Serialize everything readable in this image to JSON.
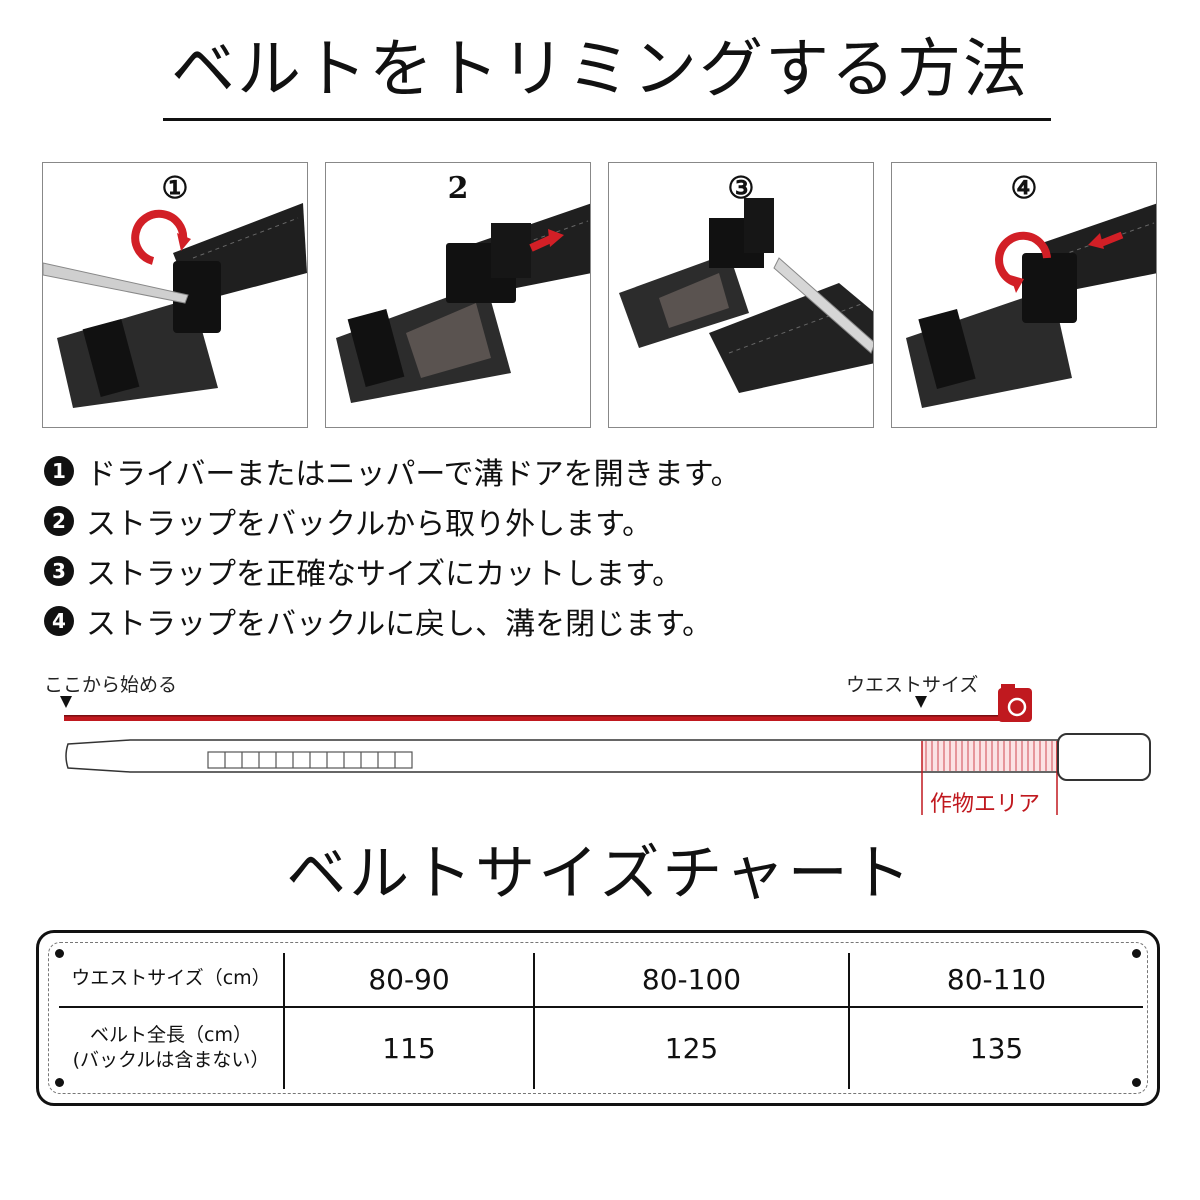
{
  "title": "ベルトをトリミングする方法",
  "steps": [
    {
      "number": "①"
    },
    {
      "number": "2"
    },
    {
      "number": "③"
    },
    {
      "number": "④"
    }
  ],
  "instructions": [
    {
      "badge": "1",
      "text": "ドライバーまたはニッパーで溝ドアを開きます。"
    },
    {
      "badge": "2",
      "text": "ストラップをバックルから取り外します。"
    },
    {
      "badge": "3",
      "text": "ストラップを正確なサイズにカットします。"
    },
    {
      "badge": "4",
      "text": "ストラップをバックルに戻し、溝を閉じます。"
    }
  ],
  "diagram": {
    "start_label": "ここから始める",
    "waist_label": "ウエストサイズ",
    "crop_label": "作物エリア"
  },
  "size_chart": {
    "title": "ベルトサイズチャート",
    "row1_header": "ウエストサイズ（cm）",
    "row2_header_line1": "ベルト全長（cm）",
    "row2_header_line2": "(バックルは含まない）",
    "columns": [
      {
        "waist": "80-90",
        "length": "115"
      },
      {
        "waist": "80-100",
        "length": "125"
      },
      {
        "waist": "80-110",
        "length": "135"
      }
    ]
  },
  "colors": {
    "accent_red": "#c0191f",
    "text": "#111111"
  }
}
